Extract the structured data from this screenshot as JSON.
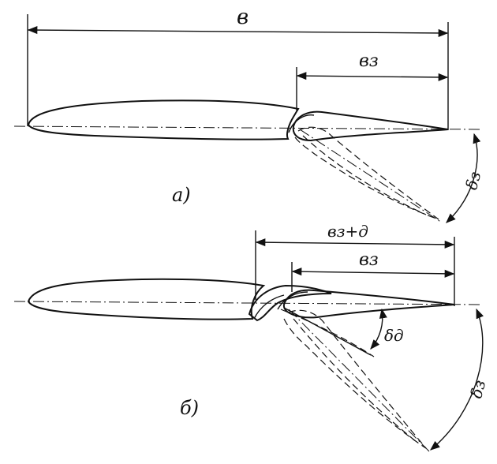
{
  "labels": {
    "chord": "в",
    "flap_chord": "вз",
    "flap_angle": "δз",
    "flap_slot_chord": "вз+д",
    "deflector_angle": "δд"
  },
  "captions": {
    "a": "а)",
    "b": "б)"
  }
}
